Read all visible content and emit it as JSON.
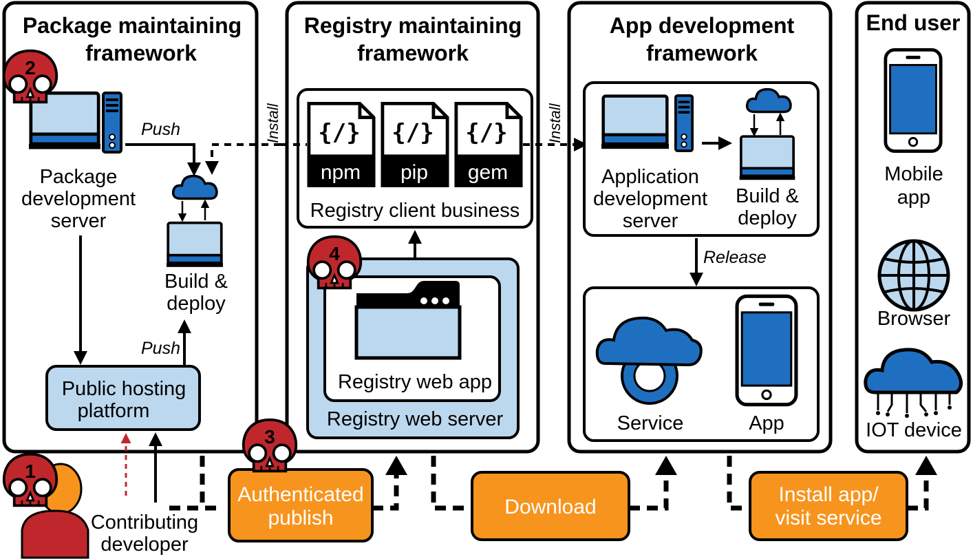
{
  "colors": {
    "accent_blue": "#1f6fc0",
    "light_blue": "#bcd8ee",
    "orange": "#f7941d",
    "skull_red": "#c0272d",
    "dashed_red": "#c0272d",
    "black": "#000000"
  },
  "columns": {
    "package": {
      "title_line1": "Package maintaining",
      "title_line2": "framework"
    },
    "registry": {
      "title_line1": "Registry maintaining",
      "title_line2": "framework"
    },
    "app": {
      "title_line1": "App development",
      "title_line2": "framework"
    },
    "enduser": {
      "title": "End user"
    }
  },
  "package": {
    "server_label": [
      "Package",
      "development",
      "server"
    ],
    "push_top": "Push",
    "build_deploy": [
      "Build &",
      "deploy"
    ],
    "push_bottom": "Push",
    "hosting": [
      "Public hosting",
      "platform"
    ],
    "developer": [
      "Contributing",
      "developer"
    ]
  },
  "registry": {
    "install_left": "Install",
    "clients": [
      {
        "symbol": "{/}",
        "name": "npm"
      },
      {
        "symbol": "{/}",
        "name": "pip"
      },
      {
        "symbol": "{/}",
        "name": "gem"
      }
    ],
    "client_business": "Registry client business",
    "web_app": "Registry web app",
    "web_server": "Registry web server"
  },
  "app": {
    "install_right": "Install",
    "server_label": [
      "Application",
      "development",
      "server"
    ],
    "build_deploy": [
      "Build &",
      "deploy"
    ],
    "release": "Release",
    "service": "Service",
    "app": "App"
  },
  "enduser": {
    "mobile": [
      "Mobile",
      "app"
    ],
    "browser": "Browser",
    "iot": "IOT device"
  },
  "actions": {
    "publish": [
      "Authenticated",
      "publish"
    ],
    "download": "Download",
    "install": [
      "Install app/",
      "visit service"
    ]
  },
  "threats": [
    "1",
    "2",
    "3",
    "4"
  ],
  "icons": [
    "desktop-monitor-icon",
    "server-tower-icon",
    "cloud-icon",
    "code-file-icon",
    "browser-window-icon",
    "smartphone-icon",
    "globe-icon",
    "cloud-gear-icon",
    "iot-cloud-icon",
    "skull-icon",
    "developer-person-icon"
  ]
}
